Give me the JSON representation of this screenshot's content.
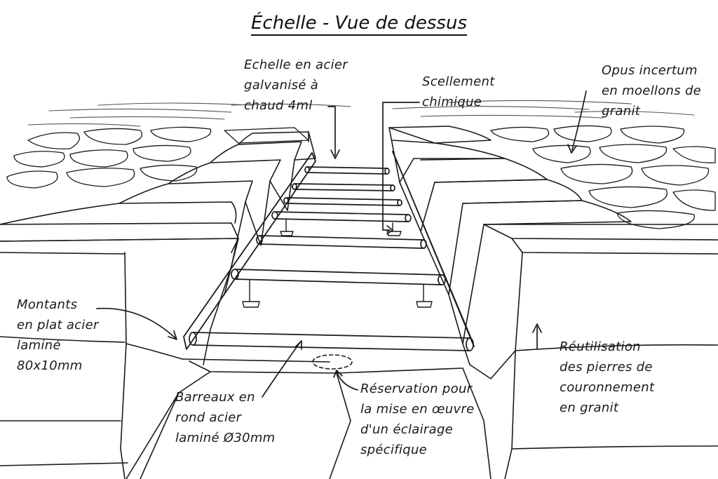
{
  "title": "Échelle - Vue de dessus",
  "labels": {
    "echelle": [
      "Echelle en acier",
      "galvanisé à",
      "chaud 4ml"
    ],
    "scellement": [
      "Scellement",
      "chimique"
    ],
    "opus": [
      "Opus incertum",
      "en moellons de",
      "granit"
    ],
    "montants": [
      "Montants",
      "en plat acier",
      "laminé",
      "80x10mm"
    ],
    "reutilisation": [
      "Réutilisation",
      "des pierres de",
      "couronnement",
      "en granit"
    ],
    "barreaux": [
      "Barreaux en",
      "rond acier",
      "laminé Ø30mm"
    ],
    "reservation": [
      "Réservation pour",
      "la mise en œuvre",
      "d'un éclairage",
      "spécifique"
    ]
  },
  "colors": {
    "ink": "#1a1a1a",
    "paper": "#ffffff"
  }
}
